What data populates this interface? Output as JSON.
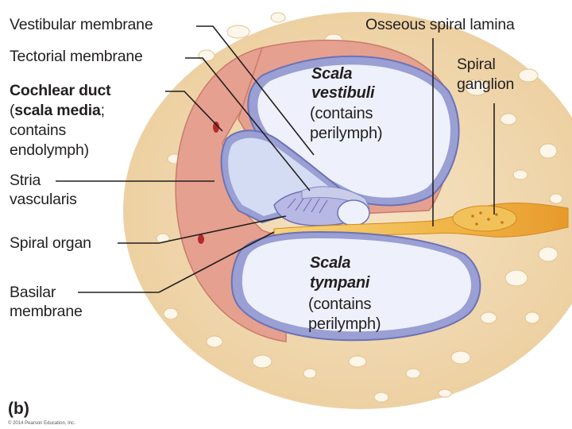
{
  "labels": {
    "vestibular_membrane": "Vestibular membrane",
    "tectorial_membrane": "Tectorial membrane",
    "cochlear_duct_line1_bold": "Cochlear duct",
    "cochlear_duct_line2_prefix": "(",
    "cochlear_duct_line2_bold": "scala media",
    "cochlear_duct_line2_suffix": ";",
    "cochlear_duct_line3": "contains",
    "cochlear_duct_line4": "endolymph)",
    "stria_line1": "Stria",
    "stria_line2": "vascularis",
    "spiral_organ": "Spiral organ",
    "basilar_line1": "Basilar",
    "basilar_line2": "membrane",
    "osseous_spiral_lamina": "Osseous spiral lamina",
    "spiral_ganglion_line1": "Spiral",
    "spiral_ganglion_line2": "ganglion",
    "scala_vestibuli_line1": "Scala",
    "scala_vestibuli_line2": "vestibuli",
    "scala_vestibuli_line3": "(contains",
    "scala_vestibuli_line4": "perilymph)",
    "scala_tympani_line1": "Scala",
    "scala_tympani_line2": "tympani",
    "scala_tympani_line3": "(contains",
    "scala_tympani_line4": "perilymph)"
  },
  "panel_tag": "(b)",
  "copyright": "© 2014 Pearson Education, Inc.",
  "colors": {
    "bone": "#f3dcb8",
    "bone_pore": "#fdf6ea",
    "tissue_pink": "#e6a08f",
    "membrane_blue": "#9a9fd4",
    "cavity_blue": "#eef1fb",
    "nerve_gold": "#f0b546",
    "leader": "#231f20"
  }
}
